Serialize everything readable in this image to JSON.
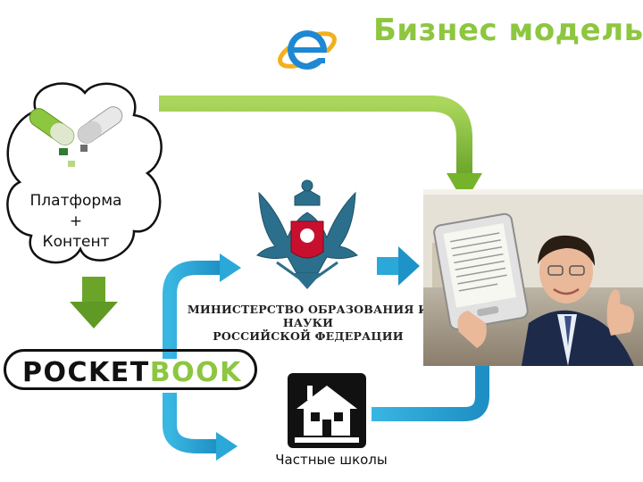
{
  "title": "Бизнес модель",
  "cloud": {
    "line1": "Платформа",
    "line2": "+",
    "line3": "Контент"
  },
  "ministry": {
    "line1": "МИНИСТЕРСТВО ОБРАЗОВАНИЯ И НАУКИ",
    "line2": "РОССИЙСКОЙ ФЕДЕРАЦИИ"
  },
  "pocketbook": {
    "pocket": "POCKET",
    "book": "BOOK"
  },
  "school": {
    "label": "Частные школы"
  },
  "colors": {
    "green": "#8dc63f",
    "blue": "#2aa8d8",
    "dark": "#111111"
  },
  "icons": [
    "ie-logo-icon",
    "capsules-icon",
    "state-emblem-icon",
    "school-house-icon"
  ]
}
